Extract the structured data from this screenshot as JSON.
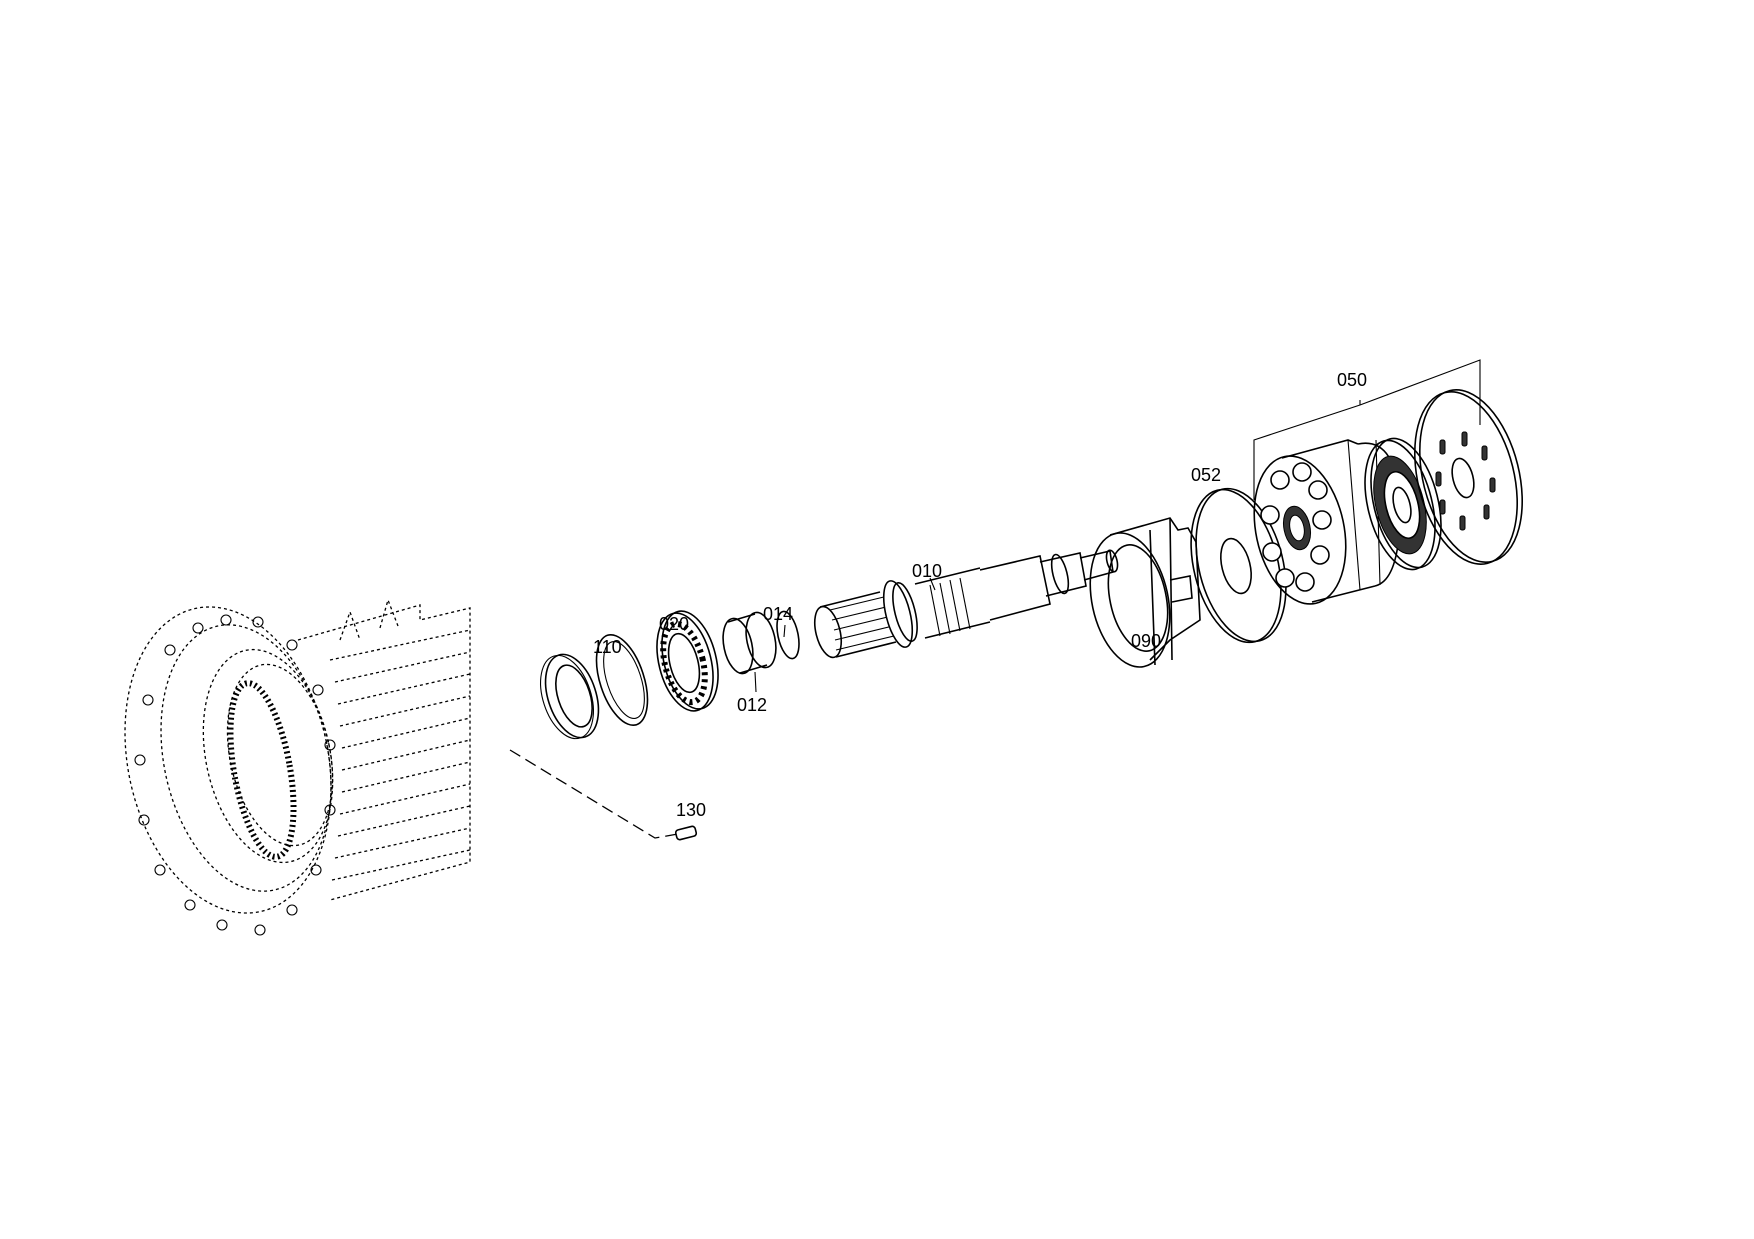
{
  "diagram": {
    "callouts": {
      "p010": "010",
      "p012": "012",
      "p014": "014",
      "p020": "020",
      "p050": "050",
      "p052": "052",
      "p090": "090",
      "p110": "110",
      "p130": "130"
    }
  }
}
